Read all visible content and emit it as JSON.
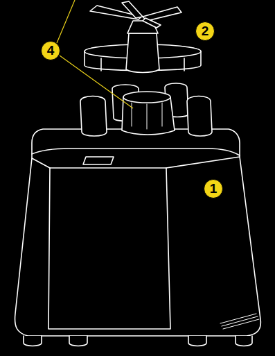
{
  "diagram": {
    "labels": [
      "4",
      "2",
      "1"
    ]
  }
}
